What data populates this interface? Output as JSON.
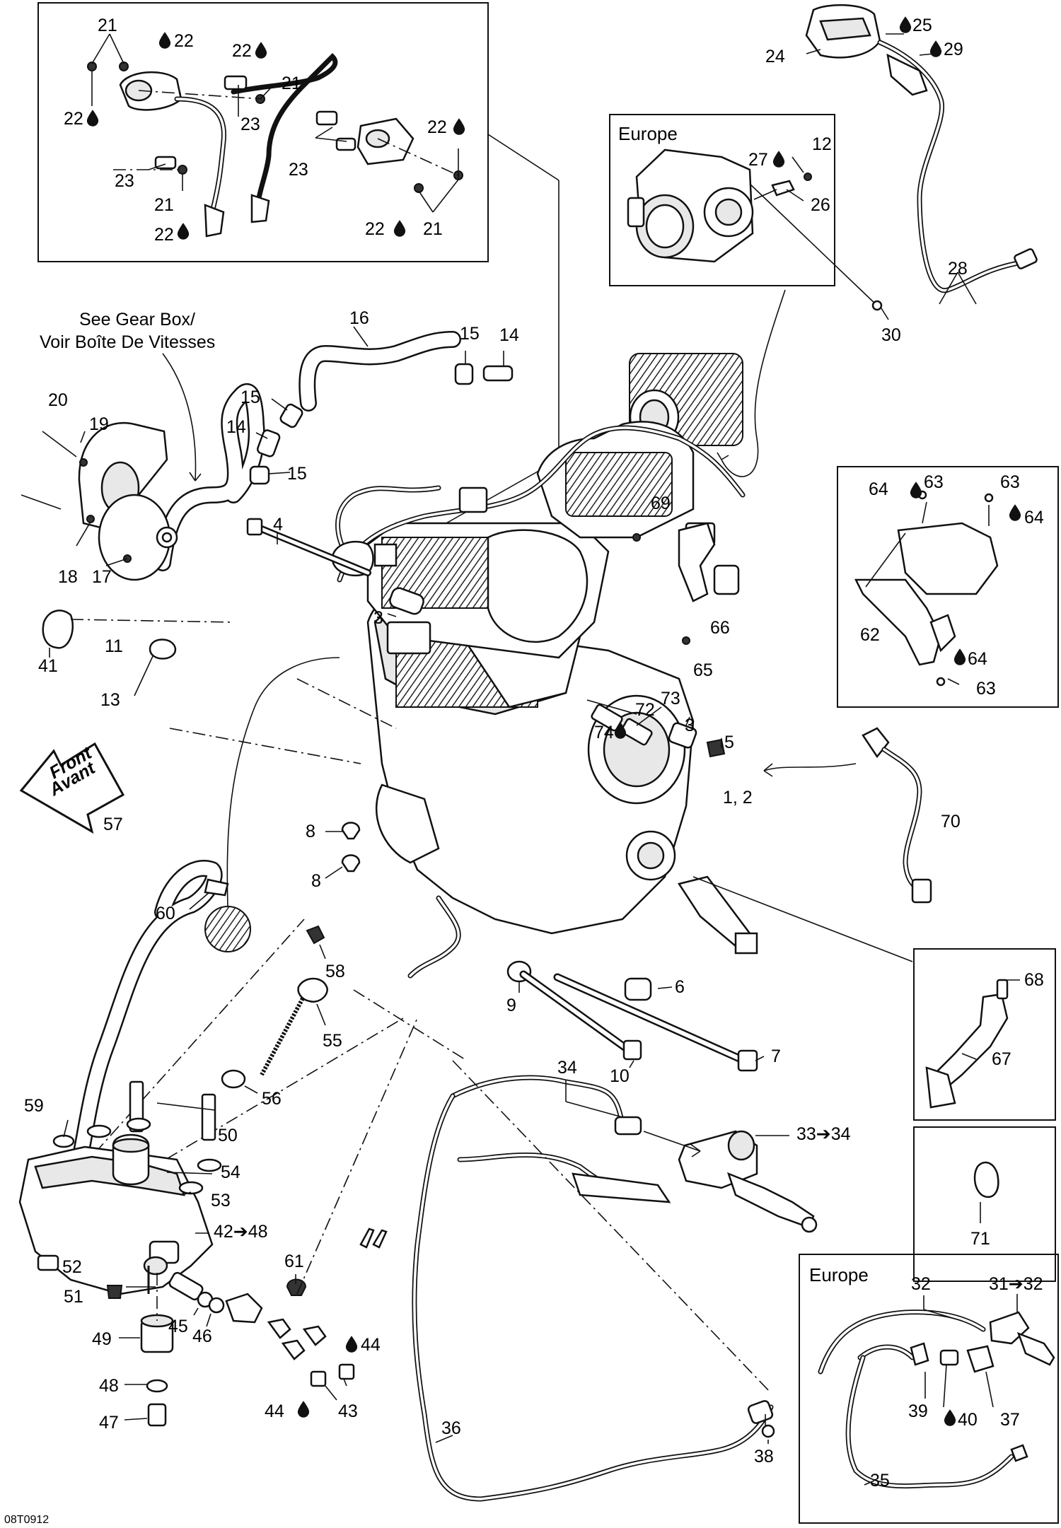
{
  "figure_code": "08T0912",
  "boxes": {
    "europe_throttle": "Europe",
    "europe_brake": "Europe"
  },
  "notes": {
    "gear_box_en": "See Gear Box/",
    "gear_box_fr": "Voir Boîte De Vitesses",
    "front_en": "Front",
    "front_fr": "Avant"
  },
  "callouts": {
    "c1_2": "1, 2",
    "c3a": "3",
    "c3b": "3",
    "c4": "4",
    "c5": "5",
    "c6": "6",
    "c7": "7",
    "c8a": "8",
    "c8b": "8",
    "c9": "9",
    "c10": "10",
    "c11": "11",
    "c12": "12",
    "c13": "13",
    "c14a": "14",
    "c14b": "14",
    "c15a": "15",
    "c15b": "15",
    "c15c": "15",
    "c16": "16",
    "c17": "17",
    "c18": "18",
    "c19": "19",
    "c20": "20",
    "c21a": "21",
    "c21b": "21",
    "c21c": "21",
    "c21d": "21",
    "c22a": "22",
    "c22b": "22",
    "c22c": "22",
    "c22d": "22",
    "c22e": "22",
    "c22f": "22",
    "c23a": "23",
    "c23b": "23",
    "c23c": "23",
    "c24": "24",
    "c25": "25",
    "c26": "26",
    "c27": "27",
    "c28": "28",
    "c29": "29",
    "c30": "30",
    "c31_32": "31➔32",
    "c32": "32",
    "c33_34": "33➔34",
    "c34": "34",
    "c35": "35",
    "c36": "36",
    "c37": "37",
    "c38": "38",
    "c39": "39",
    "c40": "40",
    "c41": "41",
    "c42_48": "42➔48",
    "c43": "43",
    "c44a": "44",
    "c44b": "44",
    "c45": "45",
    "c46": "46",
    "c47": "47",
    "c48": "48",
    "c49": "49",
    "c50": "50",
    "c51": "51",
    "c52": "52",
    "c53": "53",
    "c54": "54",
    "c55": "55",
    "c56": "56",
    "c57": "57",
    "c58": "58",
    "c59": "59",
    "c60": "60",
    "c61": "61",
    "c62": "62",
    "c63a": "63",
    "c63b": "63",
    "c63c": "63",
    "c64a": "64",
    "c64b": "64",
    "c64c": "64",
    "c65": "65",
    "c66": "66",
    "c67": "67",
    "c68": "68",
    "c69": "69",
    "c70": "70",
    "c71": "71",
    "c72": "72",
    "c73": "73",
    "c74": "74"
  },
  "icons": {
    "sealant_drop": "drop-icon",
    "front_arrow": "front-arrow-icon"
  },
  "colors": {
    "ink": "#111111",
    "paper": "#ffffff"
  }
}
